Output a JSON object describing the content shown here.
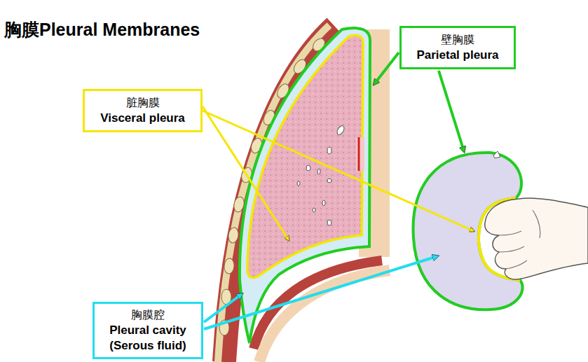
{
  "diagram": {
    "title": "胸膜Pleural Membranes",
    "nodes": [
      {
        "text": [
          "壁胸膜",
          "Parietal pleura"
        ]
      },
      {
        "text": [
          "脏胸膜",
          "Visceral pleura"
        ]
      },
      {
        "text": [
          "胸膜腔",
          "Pleural cavity",
          "(Serous fluid)"
        ]
      }
    ]
  }
}
